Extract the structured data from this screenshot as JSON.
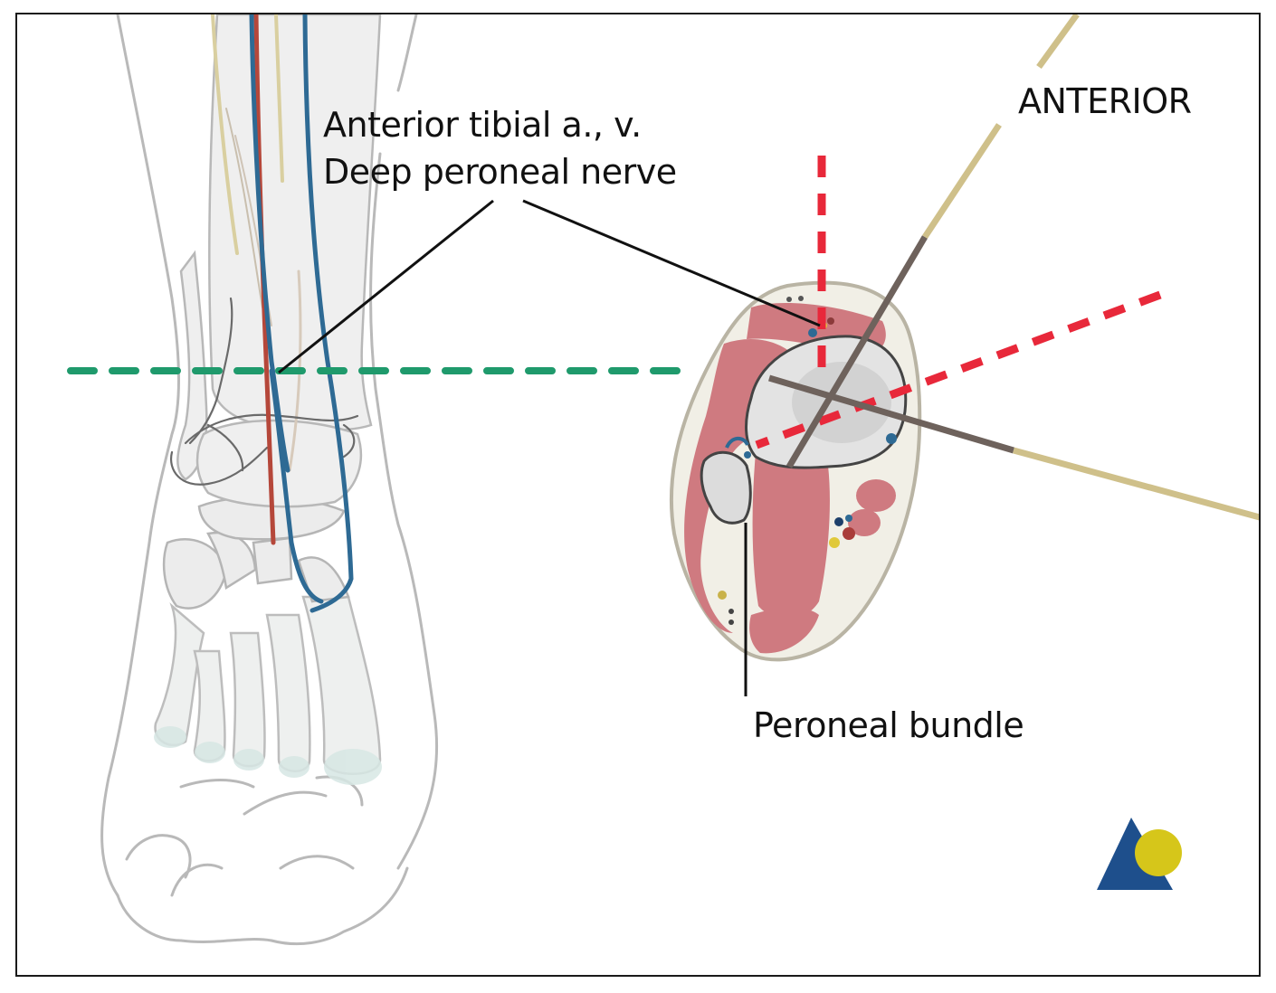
{
  "figure": {
    "type": "anatomical illustration",
    "subject": "Ankle – anterior view with axial cross-section",
    "labels": {
      "vessels_line1": "Anterior tibial a., v.",
      "vessels_line2": "Deep peroneal nerve",
      "orientation": "ANTERIOR",
      "peroneal": "Peroneal bundle"
    },
    "icons": {
      "logo": "triangle-circle-logo"
    },
    "colors": {
      "artery": "#b5473a",
      "vein": "#2e6a94",
      "nerve": "#d8cf9a",
      "muscle": "#cf7a80",
      "bone": "#d8d8d8",
      "cut_plane_line": "#1f9a6c",
      "safe_zone_line": "#e8283a",
      "pin_metal": "#6e625c",
      "pin_tip": "#cfc08a",
      "logo_blue": "#1e4f8c",
      "logo_yellow": "#d6c61a",
      "frame": "#1a1a1a"
    }
  }
}
